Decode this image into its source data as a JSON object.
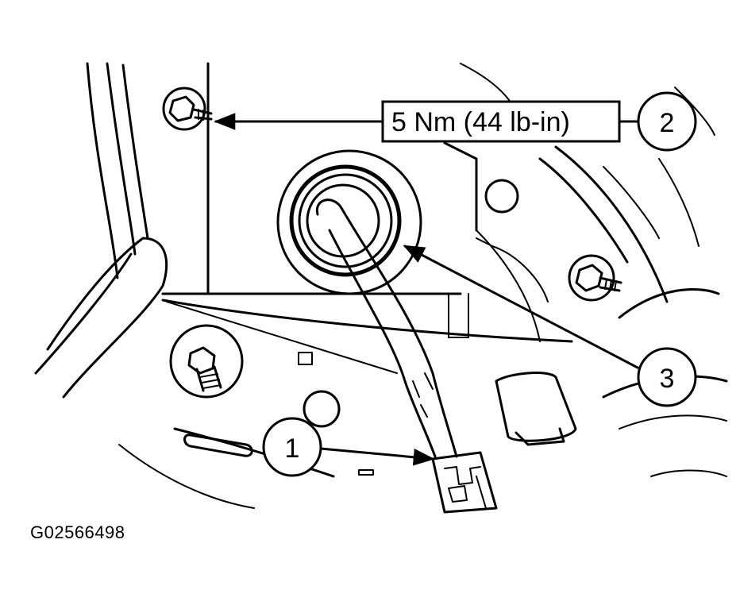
{
  "figure_code": "G02566498",
  "torque_spec": "5 Nm (44 lb-in)",
  "callouts": [
    {
      "number": "1",
      "target": "connector"
    },
    {
      "number": "2",
      "target": "bolts"
    },
    {
      "number": "3",
      "target": "grommet"
    }
  ]
}
